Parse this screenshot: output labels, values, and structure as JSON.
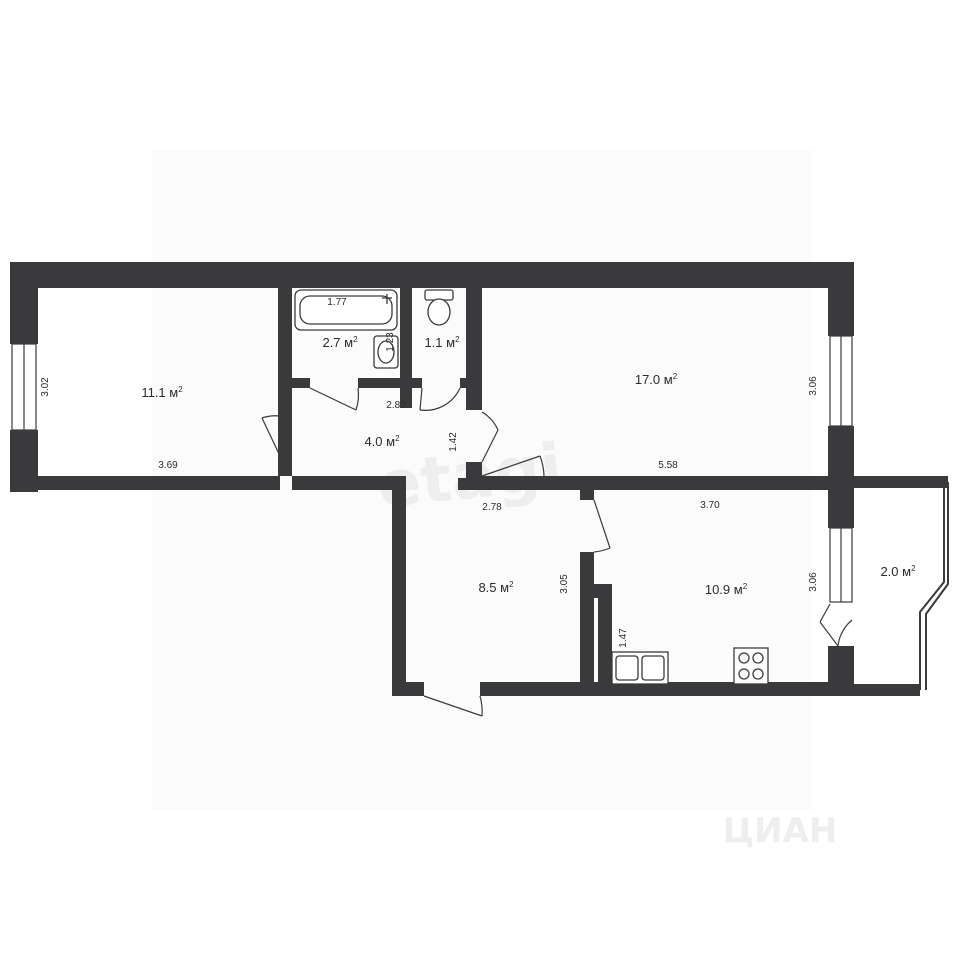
{
  "watermarks": {
    "center": "etagi",
    "bottom_right": "ЦИАН"
  },
  "rooms": {
    "bedroom": {
      "area": "11.1 м",
      "width": "3.69",
      "height": "3.02"
    },
    "bathroom": {
      "area": "2.7 м",
      "width": "1.77",
      "height": "1.23"
    },
    "toilet": {
      "area": "1.1 м"
    },
    "living": {
      "area": "17.0 м",
      "width": "5.58",
      "height": "3.06"
    },
    "hall": {
      "area": "4.0 м",
      "width": "2.80",
      "height": "1.42"
    },
    "entry": {
      "area": "8.5 м",
      "width": "2.78",
      "height": "3.05"
    },
    "kitchen": {
      "area": "10.9 м",
      "width": "3.70",
      "height": "3.06",
      "niche": "1.47"
    },
    "balcony": {
      "area": "2.0 м"
    }
  },
  "area_unit_sup": "2",
  "colors": {
    "wall": "#3a3a3d",
    "background": "#ffffff",
    "watermark": "#eeeeee"
  }
}
